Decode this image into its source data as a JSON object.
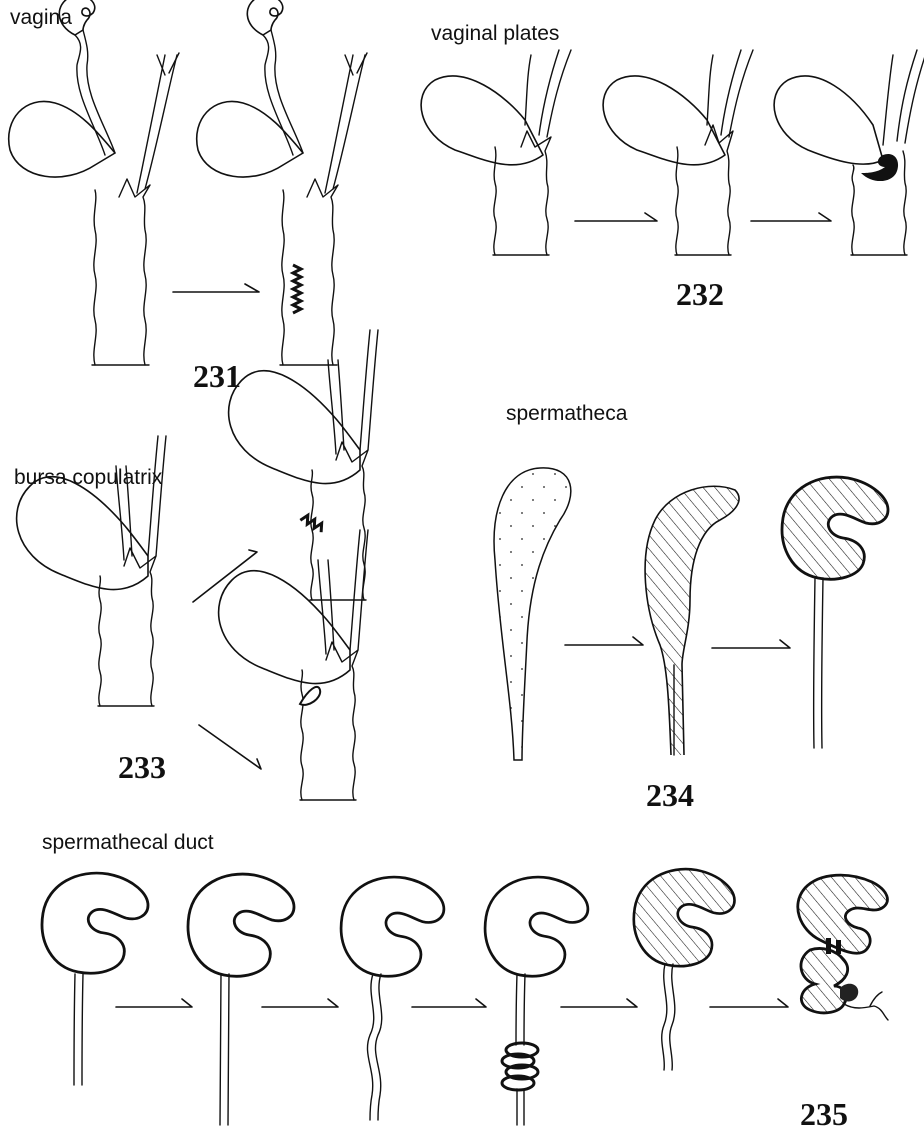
{
  "labels": {
    "vagina": "vagina",
    "vaginal_plates": "vaginal plates",
    "bursa_copulatrix": "bursa copulatrix",
    "spermatheca": "spermatheca",
    "spermathecal_duct": "spermathecal duct"
  },
  "figure_numbers": {
    "f231": "231",
    "f232": "232",
    "f233": "233",
    "f234": "234",
    "f235": "235"
  }
}
